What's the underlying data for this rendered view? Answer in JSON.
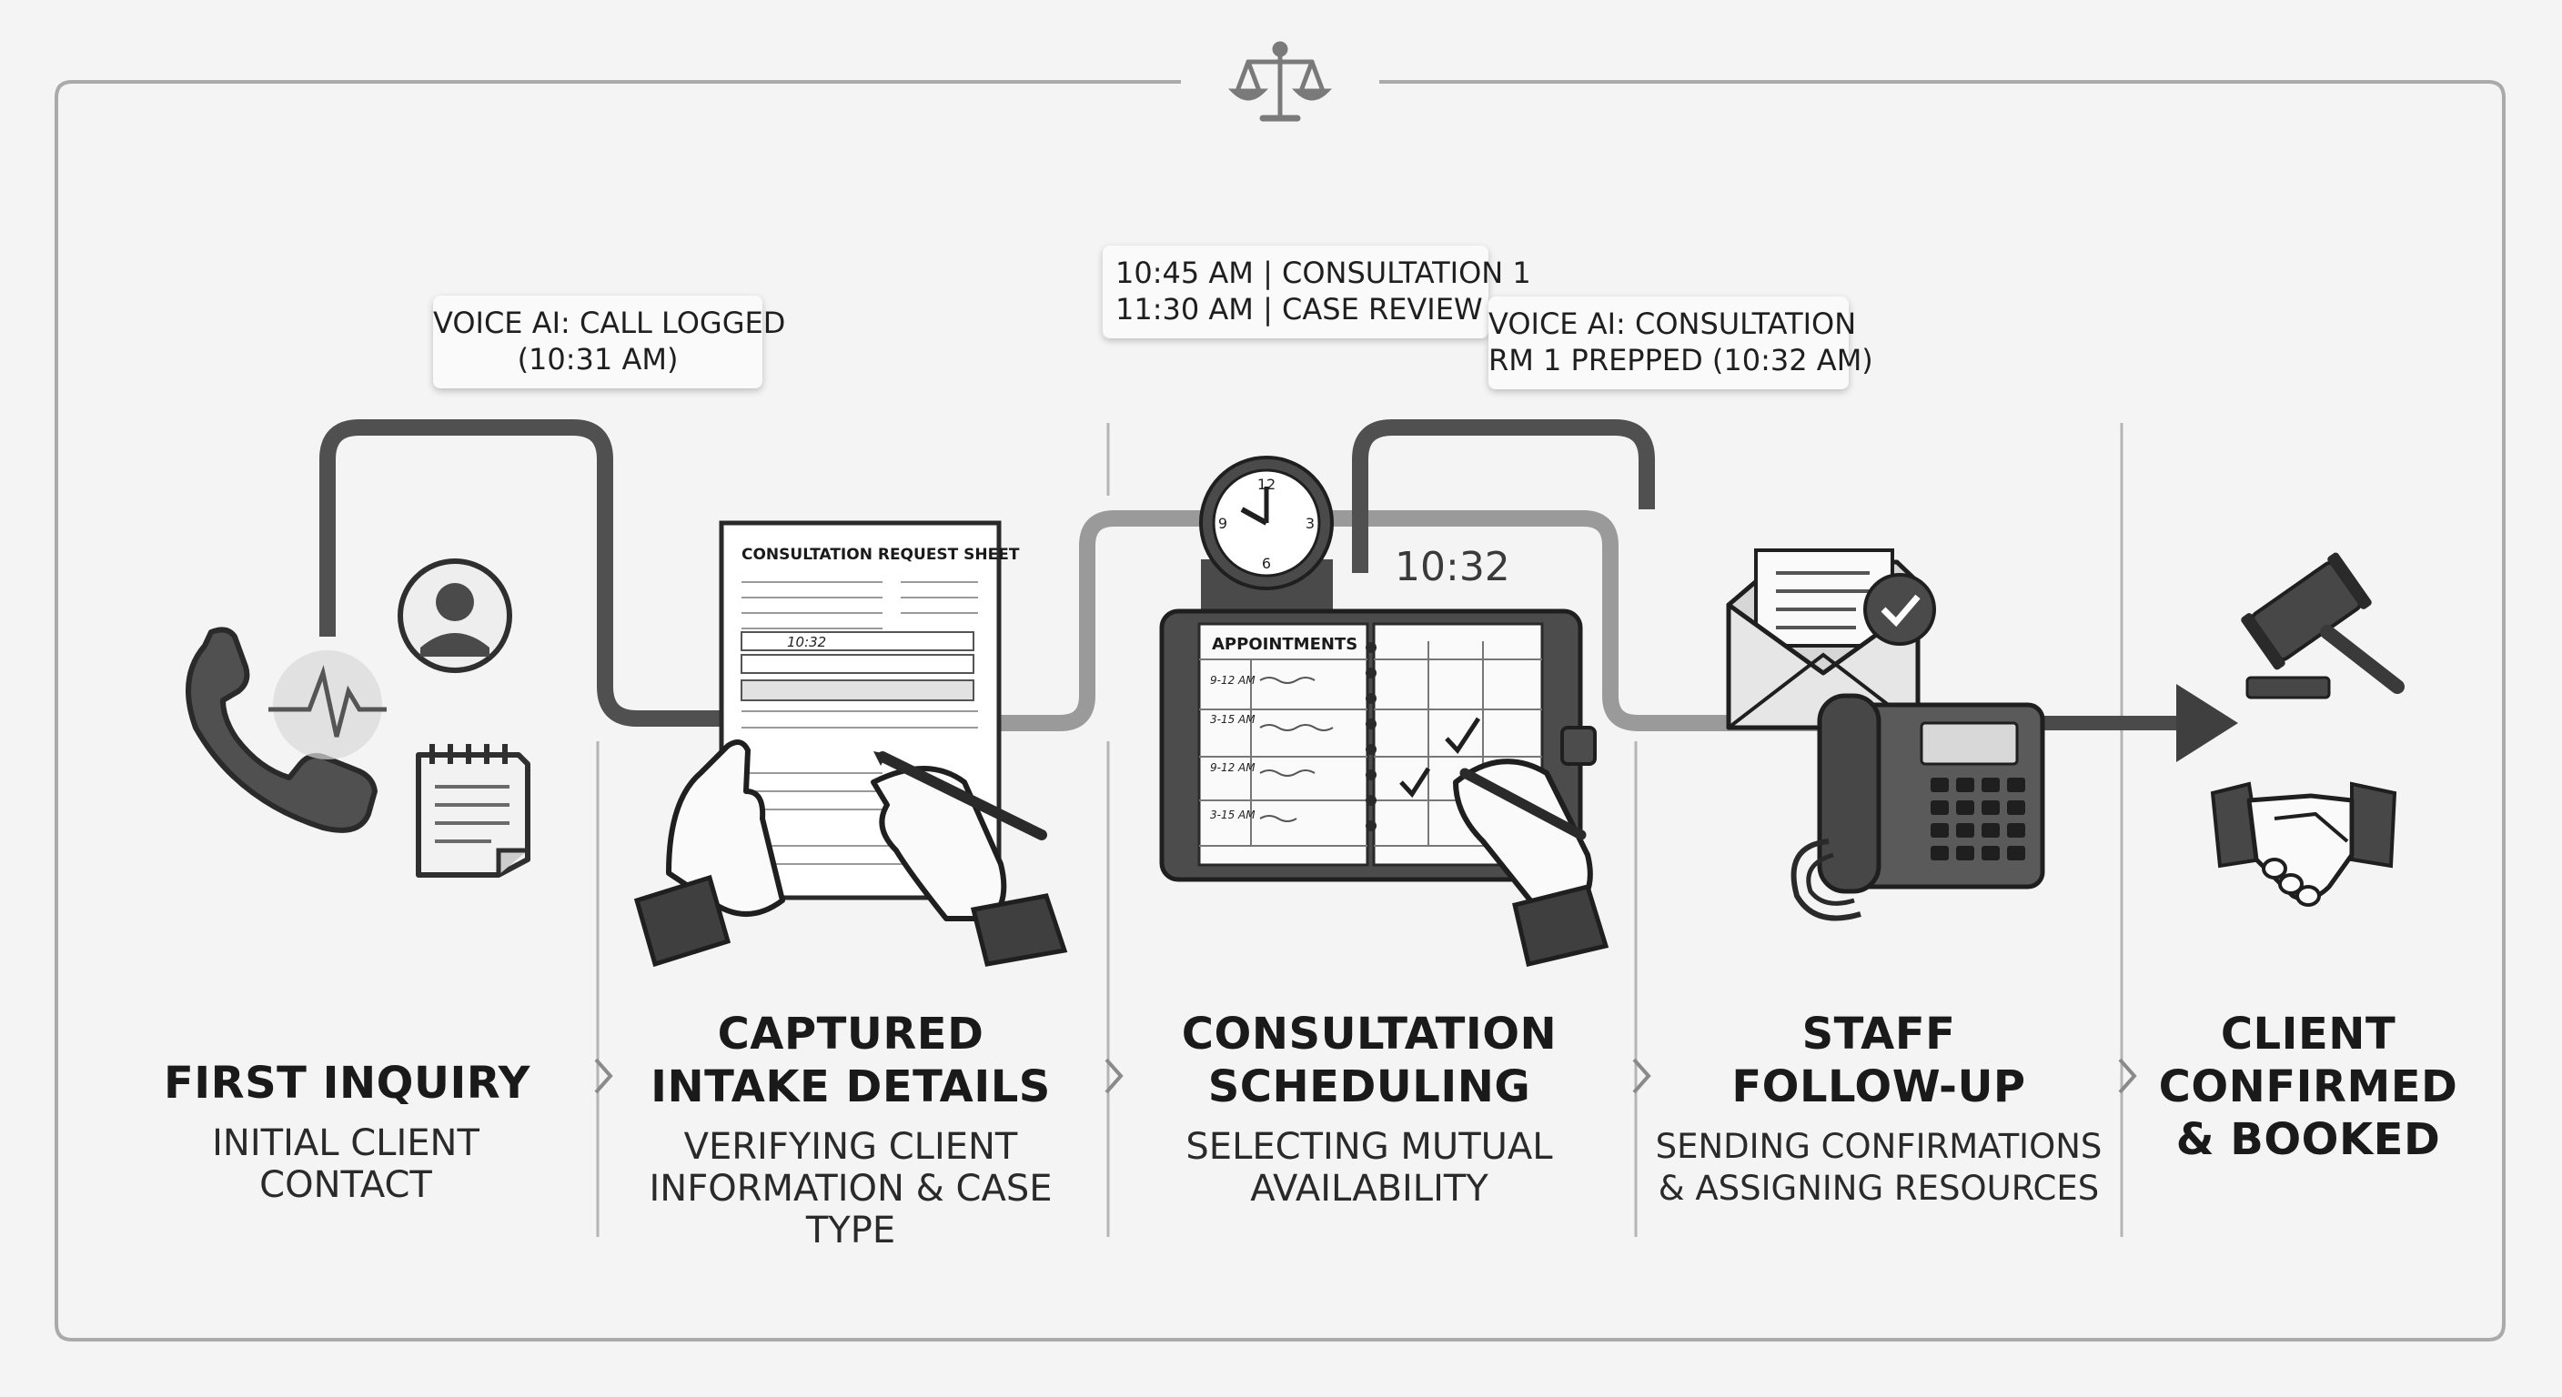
{
  "stages": [
    {
      "title_lines": [
        "FIRST INQUIRY"
      ],
      "subtitle_lines": [
        "INITIAL CLIENT",
        "CONTACT"
      ]
    },
    {
      "title_lines": [
        "CAPTURED",
        "INTAKE DETAILS"
      ],
      "subtitle_lines": [
        "VERIFYING CLIENT",
        "INFORMATION & CASE",
        "TYPE"
      ]
    },
    {
      "title_lines": [
        "CONSULTATION",
        "SCHEDULING"
      ],
      "subtitle_lines": [
        "SELECTING MUTUAL",
        "AVAILABILITY"
      ]
    },
    {
      "title_lines": [
        "STAFF",
        "FOLLOW-UP"
      ],
      "subtitle_lines": [
        "SENDING CONFIRMATIONS",
        "& ASSIGNING RESOURCES"
      ]
    },
    {
      "title_lines": [
        "CLIENT",
        "CONFIRMED",
        "& BOOKED"
      ],
      "subtitle_lines": []
    }
  ],
  "callouts": {
    "call_logged": [
      "VOICE AI: CALL LOGGED",
      "(10:31 AM)"
    ],
    "schedule": [
      "10:45 AM | CONSULTATION 1",
      "11:30 AM | CASE REVIEW"
    ],
    "prepped": [
      "VOICE AI: CONSULTATION",
      "RM 1 PREPPED (10:32 AM)"
    ]
  },
  "intake_form": {
    "heading": "CONSULTATION REQUEST SHEET",
    "time_entry": "10:32"
  },
  "planner": {
    "heading": "APPOINTMENTS",
    "digital_time": "10:32",
    "entries": [
      "9-12 AM",
      "3-15 AM",
      "9-12 AM",
      "3-15 AM"
    ]
  },
  "icons": [
    "scales-of-justice-icon",
    "phone-handset-icon",
    "heartbeat-icon",
    "client-avatar-icon",
    "notepad-icon",
    "intake-form-icon",
    "writing-hands-icon",
    "wall-clock-icon",
    "appointment-planner-icon",
    "envelope-check-icon",
    "desk-phone-icon",
    "gavel-icon",
    "handshake-icon"
  ],
  "colors": {
    "background": "#f4f4f4",
    "ink": "#1c1c1c",
    "line_dark": "#505050",
    "line_light": "#9a9a9a",
    "frame": "#aaaaaa"
  }
}
